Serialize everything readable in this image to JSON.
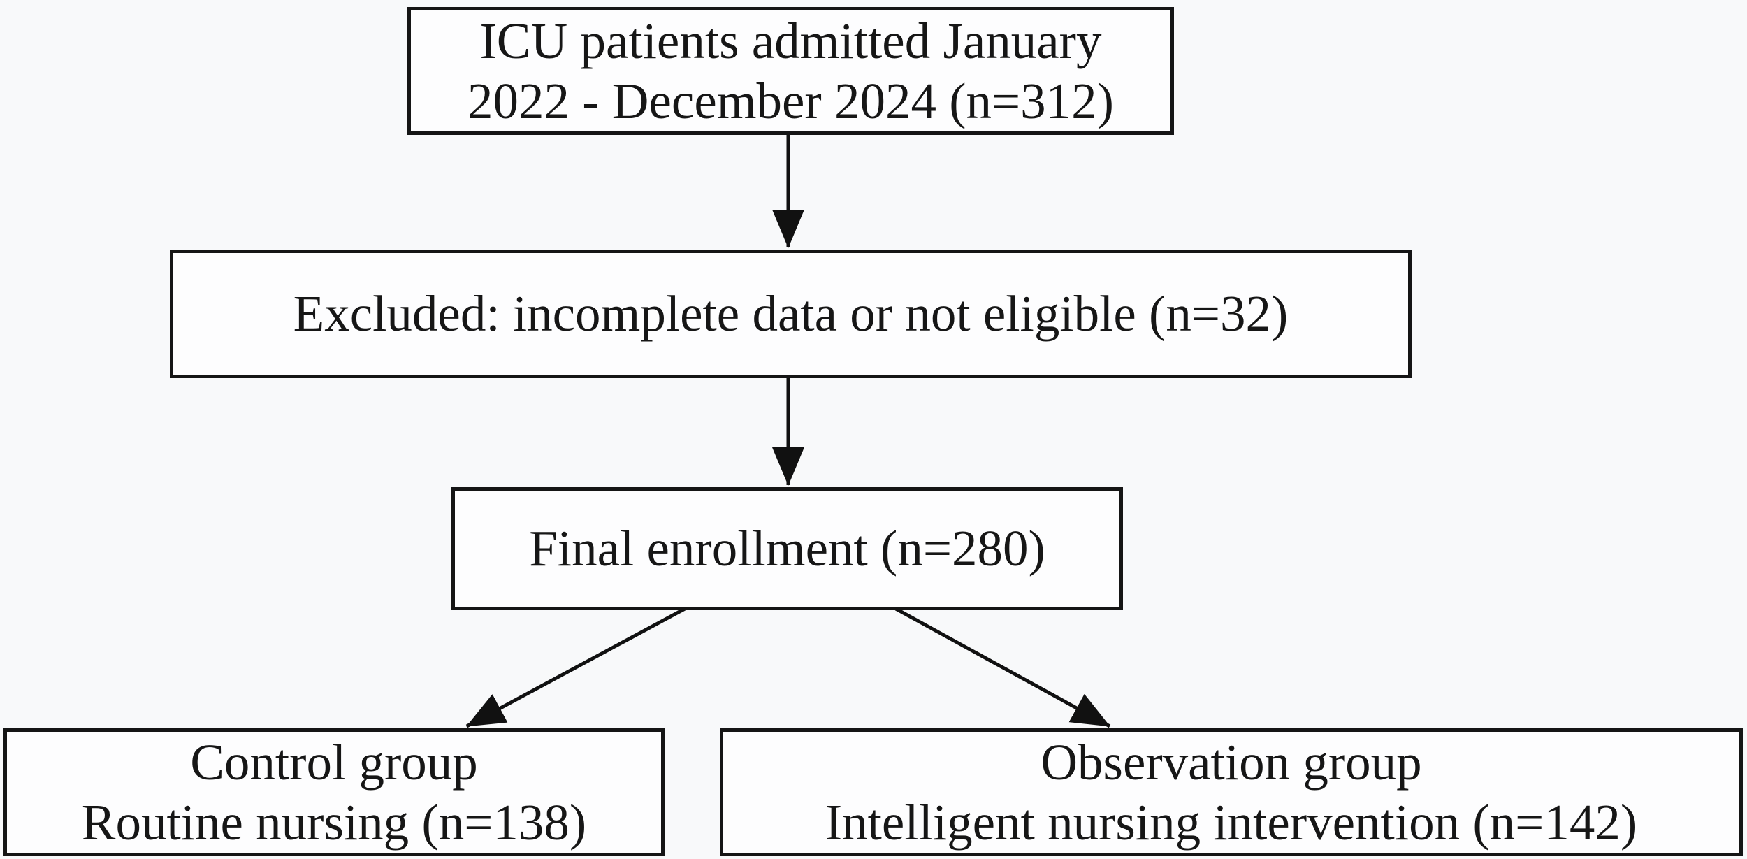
{
  "figure": {
    "type": "flowchart",
    "description": "ICU patient enrollment flow diagram",
    "nodes": {
      "admitted": {
        "lines": [
          "ICU patients admitted January",
          "2022 - December 2024 (n=312)"
        ],
        "n": 312
      },
      "excluded": {
        "lines": [
          "Excluded: incomplete data or not eligible (n=32)"
        ],
        "n": 32
      },
      "enrollment": {
        "lines": [
          "Final enrollment (n=280)"
        ],
        "n": 280
      },
      "control": {
        "lines": [
          "Control group",
          "Routine nursing (n=138)"
        ],
        "n": 138
      },
      "observation": {
        "lines": [
          "Observation group",
          "Intelligent nursing intervention (n=142)"
        ],
        "n": 142
      }
    },
    "edges": [
      {
        "from": "admitted",
        "to": "excluded"
      },
      {
        "from": "excluded",
        "to": "enrollment"
      },
      {
        "from": "enrollment",
        "to": "control"
      },
      {
        "from": "enrollment",
        "to": "observation"
      }
    ],
    "colors": {
      "background": "#f8f9fa",
      "box_fill": "#fdfdfe",
      "border": "#151515",
      "text": "#161616",
      "arrow": "#111111"
    }
  }
}
